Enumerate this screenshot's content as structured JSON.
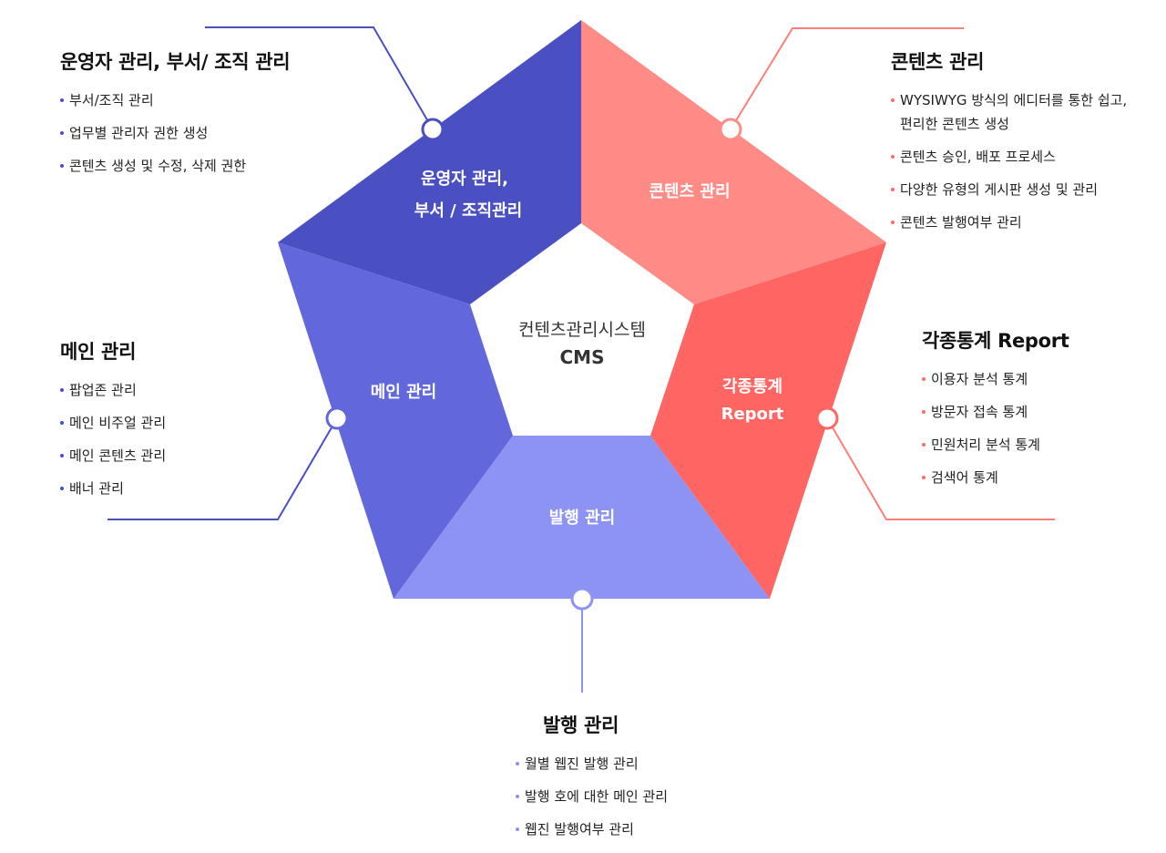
{
  "center": {
    "subtitle": "컨텐츠관리시스템",
    "title": "CMS"
  },
  "colors": {
    "operator": "#4a4fc2",
    "content": "#ff8b87",
    "stats": "#ff6563",
    "publish": "#8d93f3",
    "main": "#6268dc",
    "blue_line": "#4a4fc2",
    "red_line": "#ff7d79"
  },
  "segments": {
    "operator": {
      "line1": "운영자 관리,",
      "line2": "부서 / 조직관리"
    },
    "content": {
      "label": "콘텐츠 관리"
    },
    "stats": {
      "line1": "각종통계",
      "line2": "Report"
    },
    "publish": {
      "label": "발행 관리"
    },
    "main": {
      "label": "메인 관리"
    }
  },
  "sections": {
    "operator": {
      "title": "운영자 관리, 부서/ 조직 관리",
      "items": [
        "부서/조직 관리",
        "업무별 관리자 권한 생성",
        "콘텐츠 생성 및 수정, 삭제 권한"
      ]
    },
    "content": {
      "title": "콘텐츠 관리",
      "items": [
        "WYSIWYG 방식의 에디터를 통한 쉽고,",
        "편리한 콘텐츠 생성",
        "콘텐츠 승인, 배포 프로세스",
        "다양한 유형의 게시판 생성 및 관리",
        "콘텐츠 발행여부 관리"
      ]
    },
    "main": {
      "title": "메인 관리",
      "items": [
        "팝업존 관리",
        "메인 비주얼 관리",
        "메인 콘텐츠 관리",
        "배너 관리"
      ]
    },
    "stats": {
      "title": "각종통계 Report",
      "items": [
        "이용자 분석 통계",
        "방문자 접속 통계",
        "민원처리 분석 통계",
        "검색어 통계"
      ]
    },
    "publish": {
      "title": "발행 관리",
      "items": [
        "월별 웹진 발행 관리",
        "발행 호에 대한 메인 관리",
        "웹진 발행여부 관리"
      ]
    }
  }
}
